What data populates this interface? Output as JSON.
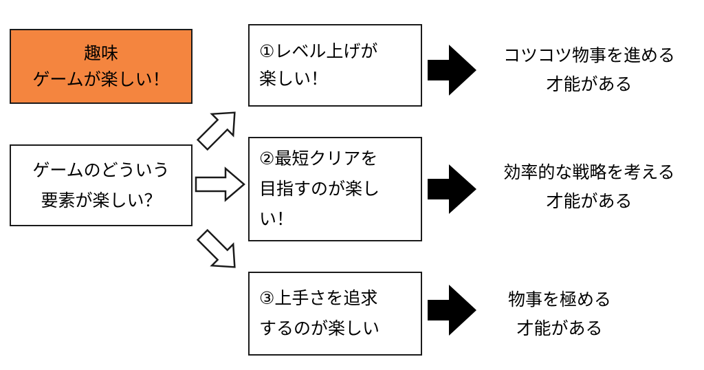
{
  "hobby": {
    "line1": "趣味",
    "line2": "ゲームが楽しい！",
    "color": "#f4853f"
  },
  "question": {
    "line1": "ゲームのどういう",
    "line2": "要素が楽しい？"
  },
  "reasons": [
    {
      "lines": [
        "①レベル上げが",
        "楽しい！"
      ]
    },
    {
      "lines": [
        "②最短クリアを",
        "目指すのが楽し",
        "い！"
      ]
    },
    {
      "lines": [
        "③上手さを追求",
        "するのが楽しい"
      ]
    }
  ],
  "talents": [
    {
      "lines": [
        "コツコツ物事を進める",
        "才能がある"
      ]
    },
    {
      "lines": [
        "効率的な戦略を考える",
        "才能がある"
      ]
    },
    {
      "lines": [
        "物事を極める",
        "才能がある"
      ]
    }
  ]
}
